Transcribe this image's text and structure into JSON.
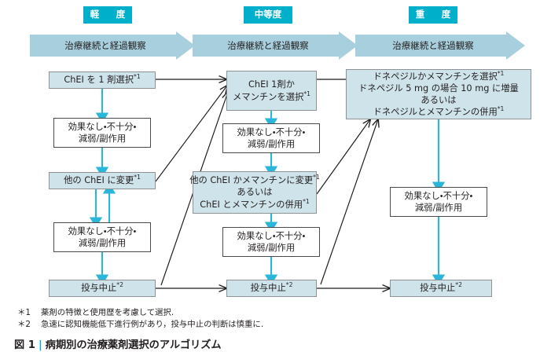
{
  "figure": {
    "number": "図 1",
    "separator": "|",
    "title": "病期別の治療薬剤選択のアルゴリズム"
  },
  "colors": {
    "badge_bg": "#00b0ca",
    "banner_fill": "#a8cfdd",
    "box_fill": "#cfe3ea",
    "box_fill_border": "#8f9295",
    "box_plain_border": "#4a4a4a",
    "cyan_arrow": "#29b6d8",
    "black_arrow": "#1a1a1a",
    "text": "#231f20"
  },
  "stages": [
    {
      "badge": "軽　度",
      "banner": "治療継続と経過観察"
    },
    {
      "badge": "中等度",
      "banner": "治療継続と経過観察"
    },
    {
      "badge": "重　度",
      "banner": "治療継続と経過観察"
    }
  ],
  "columns": [
    {
      "name": "mild",
      "boxes": [
        {
          "id": "c1b1",
          "style": "fill",
          "lines": [
            "ChEI を 1 剤選択*1"
          ]
        },
        {
          "id": "c1b2",
          "style": "plain",
          "lines": [
            "効果なし・不十分・",
            "減弱/副作用"
          ]
        },
        {
          "id": "c1b3",
          "style": "fill",
          "lines": [
            "他の ChEI に変更*1"
          ]
        },
        {
          "id": "c1b4",
          "style": "plain",
          "lines": [
            "効果なし・不十分・",
            "減弱/副作用"
          ]
        },
        {
          "id": "c1b5",
          "style": "fill",
          "lines": [
            "投与中止*2"
          ]
        }
      ]
    },
    {
      "name": "moderate",
      "boxes": [
        {
          "id": "c2b1",
          "style": "fill",
          "lines": [
            "ChEI 1剤か",
            "メマンチンを選択*1"
          ]
        },
        {
          "id": "c2b2",
          "style": "plain",
          "lines": [
            "効果なし・不十分・",
            "減弱/副作用"
          ]
        },
        {
          "id": "c2b3",
          "style": "fill",
          "lines": [
            "他の ChEI かメマンチンに変更*1",
            "あるいは",
            "ChEI とメマンチンの併用*1"
          ]
        },
        {
          "id": "c2b4",
          "style": "plain",
          "lines": [
            "効果なし・不十分・",
            "減弱/副作用"
          ]
        },
        {
          "id": "c2b5",
          "style": "fill",
          "lines": [
            "投与中止*2"
          ]
        }
      ]
    },
    {
      "name": "severe",
      "boxes": [
        {
          "id": "c3b1",
          "style": "fill",
          "lines": [
            "ドネペジルかメマンチンを選択*1",
            "ドネペジル 5 mg の場合 10 mg に増量",
            "あるいは",
            "ドネペジルとメマンチンの併用*1"
          ]
        },
        {
          "id": "c3b2",
          "style": "plain",
          "lines": [
            "効果なし・不十分・",
            "減弱/副作用"
          ]
        },
        {
          "id": "c3b3",
          "style": "fill",
          "lines": [
            "投与中止*2"
          ]
        }
      ]
    }
  ],
  "footnotes": [
    {
      "mark": "＊1",
      "text": "薬剤の特徴と使用歴を考慮して選択."
    },
    {
      "mark": "＊2",
      "text": "急速に認知機能低下進行例があり，投与中止の判断は慎重に."
    }
  ]
}
